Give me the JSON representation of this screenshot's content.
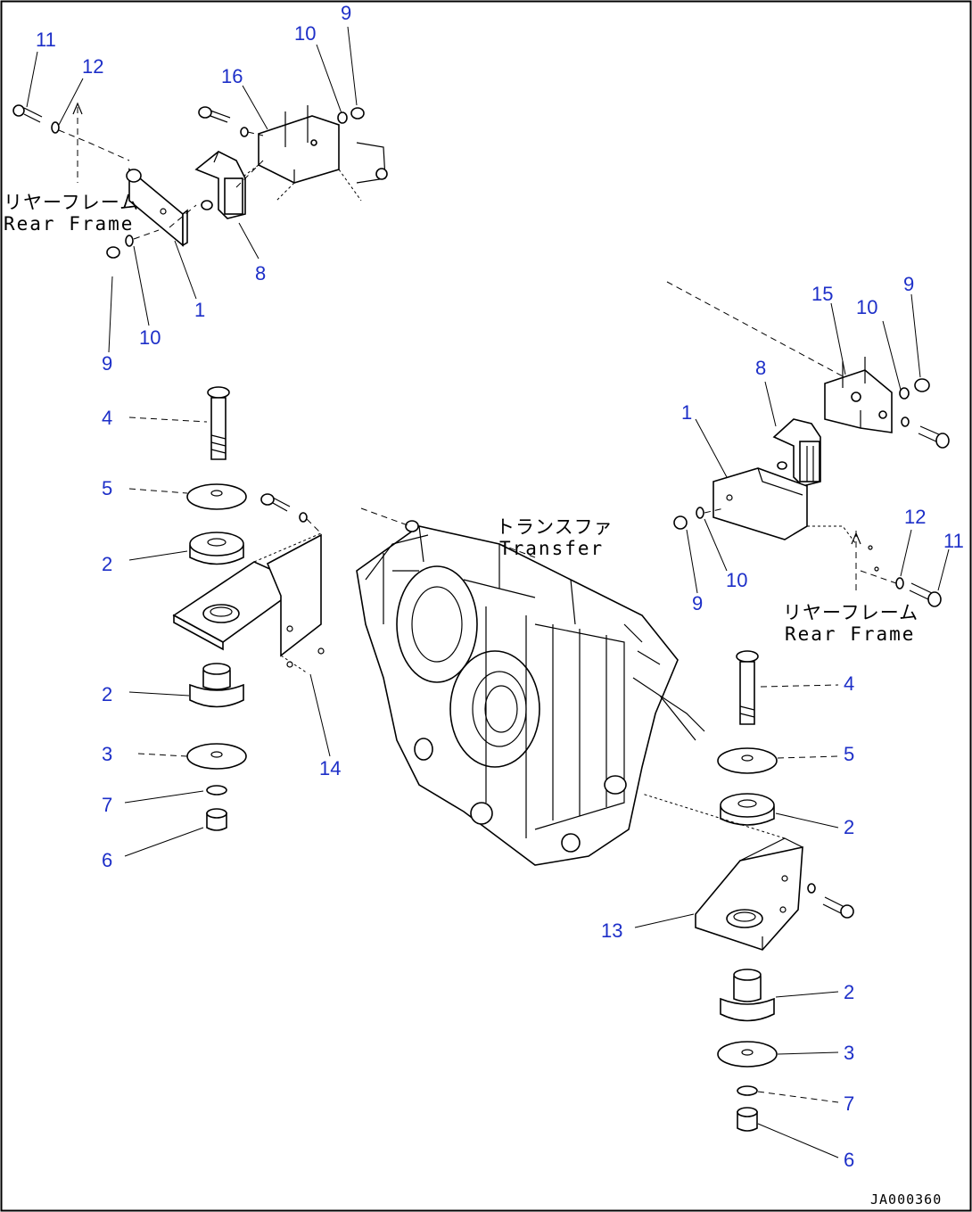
{
  "callouts": [
    {
      "id": "c-11-a",
      "text": "11"
    },
    {
      "id": "c-12-a",
      "text": "12"
    },
    {
      "id": "c-16",
      "text": "16"
    },
    {
      "id": "c-10-a",
      "text": "10"
    },
    {
      "id": "c-9-a",
      "text": "9"
    },
    {
      "id": "c-8-a",
      "text": "8"
    },
    {
      "id": "c-1-a",
      "text": "1"
    },
    {
      "id": "c-10-b",
      "text": "10"
    },
    {
      "id": "c-9-b",
      "text": "9"
    },
    {
      "id": "c-4-a",
      "text": "4"
    },
    {
      "id": "c-5-a",
      "text": "5"
    },
    {
      "id": "c-2-a",
      "text": "2"
    },
    {
      "id": "c-2-b",
      "text": "2"
    },
    {
      "id": "c-3-a",
      "text": "3"
    },
    {
      "id": "c-7-a",
      "text": "7"
    },
    {
      "id": "c-6-a",
      "text": "6"
    },
    {
      "id": "c-14",
      "text": "14"
    },
    {
      "id": "c-15",
      "text": "15"
    },
    {
      "id": "c-10-c",
      "text": "10"
    },
    {
      "id": "c-9-c",
      "text": "9"
    },
    {
      "id": "c-8-b",
      "text": "8"
    },
    {
      "id": "c-1-b",
      "text": "1"
    },
    {
      "id": "c-9-d",
      "text": "9"
    },
    {
      "id": "c-10-d",
      "text": "10"
    },
    {
      "id": "c-12-b",
      "text": "12"
    },
    {
      "id": "c-11-b",
      "text": "11"
    },
    {
      "id": "c-4-b",
      "text": "4"
    },
    {
      "id": "c-5-b",
      "text": "5"
    },
    {
      "id": "c-2-c",
      "text": "2"
    },
    {
      "id": "c-13",
      "text": "13"
    },
    {
      "id": "c-2-d",
      "text": "2"
    },
    {
      "id": "c-3-b",
      "text": "3"
    },
    {
      "id": "c-7-b",
      "text": "7"
    },
    {
      "id": "c-6-b",
      "text": "6"
    }
  ],
  "labels": {
    "rear_frame_jp": "リヤーフレーム",
    "rear_frame_en": "Rear Frame",
    "transfer_jp": "トランスファ",
    "transfer_en": "Transfer"
  },
  "drawing_id": "JA000360",
  "colors": {
    "callout": "#1d2fc8",
    "line": "#000000",
    "background": "#ffffff"
  }
}
